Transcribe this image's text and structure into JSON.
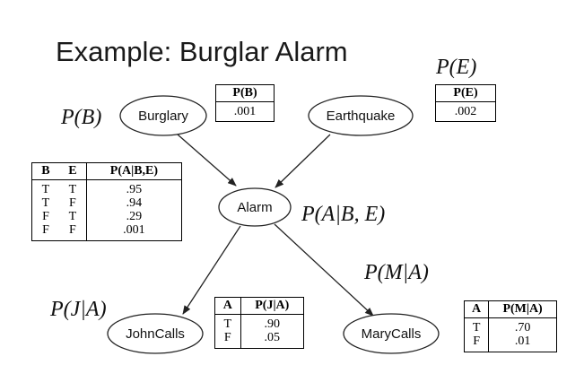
{
  "title": "Example: Burglar Alarm",
  "nodes": {
    "burglary": "Burglary",
    "earthquake": "Earthquake",
    "alarm": "Alarm",
    "johncalls": "JohnCalls",
    "marycalls": "MaryCalls"
  },
  "math_labels": {
    "p_b": "P(B)",
    "p_e": "P(E)",
    "p_a": "P(A|B, E)",
    "p_m": "P(M|A)",
    "p_j": "P(J|A)"
  },
  "edges": [
    {
      "from": "Burglary",
      "to": "Alarm"
    },
    {
      "from": "Earthquake",
      "to": "Alarm"
    },
    {
      "from": "Alarm",
      "to": "JohnCalls"
    },
    {
      "from": "Alarm",
      "to": "MaryCalls"
    }
  ],
  "cpt_b": {
    "header": "P(B)",
    "value": ".001"
  },
  "cpt_e": {
    "header": "P(E)",
    "value": ".002"
  },
  "cpt_a": {
    "headers": [
      "B",
      "E",
      "P(A|B,E)"
    ],
    "rows": [
      [
        "T",
        "T",
        ".95"
      ],
      [
        "T",
        "F",
        ".94"
      ],
      [
        "F",
        "T",
        ".29"
      ],
      [
        "F",
        "F",
        ".001"
      ]
    ]
  },
  "cpt_j": {
    "headers": [
      "A",
      "P(J|A)"
    ],
    "rows": [
      [
        "T",
        ".90"
      ],
      [
        "F",
        ".05"
      ]
    ]
  },
  "cpt_m": {
    "headers": [
      "A",
      "P(M|A)"
    ],
    "rows": [
      [
        "T",
        ".70"
      ],
      [
        "F",
        ".01"
      ]
    ]
  }
}
